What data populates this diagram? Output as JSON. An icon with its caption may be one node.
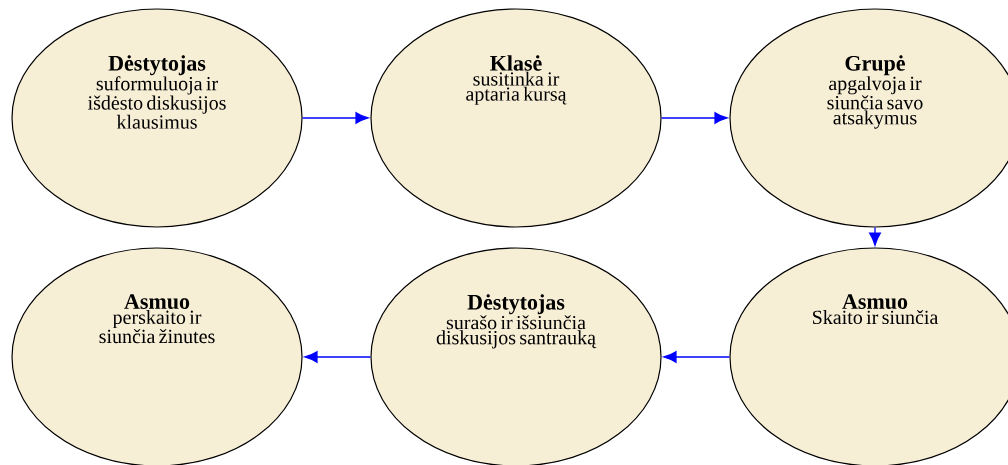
{
  "diagram": {
    "nodes": [
      {
        "text": [
          "Dėstytojas",
          "suformuluoja ir išdėsto diskusijos klausimus"
        ]
      },
      {
        "text": [
          "Klasė",
          "susitinka ir aptaria kursą"
        ]
      },
      {
        "text": [
          "Grupė",
          "apgalvoja ir siunčia savo atsakymus"
        ]
      },
      {
        "text": [
          "Asmuo",
          "perskaito ir siunčia žinutes"
        ]
      },
      {
        "text": [
          "Dėstytojas",
          "surašo ir išsiunčia diskusijos santrauką"
        ]
      },
      {
        "text": [
          "Asmuo",
          "Skaito ir siunčia"
        ]
      }
    ],
    "edges": [
      {
        "from": 0,
        "to": 1,
        "arrow": "to"
      },
      {
        "from": 1,
        "to": 2,
        "arrow": "to"
      },
      {
        "from": 2,
        "to": 5,
        "arrow": "to"
      },
      {
        "from": 5,
        "to": 4,
        "arrow": "to"
      },
      {
        "from": 4,
        "to": 3,
        "arrow": "to"
      }
    ]
  }
}
